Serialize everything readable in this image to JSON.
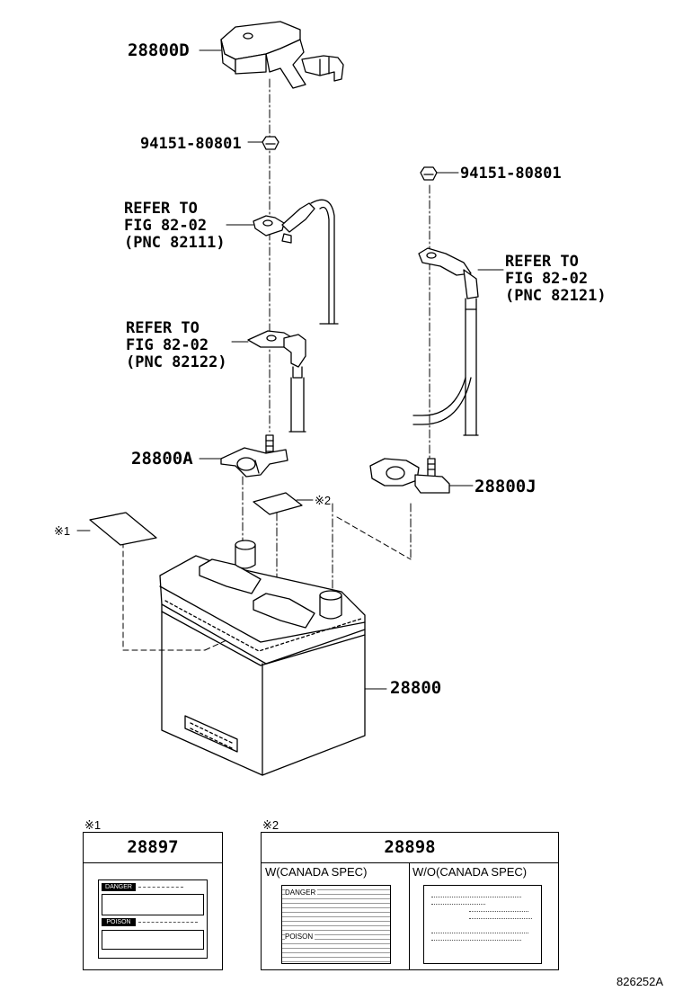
{
  "labels": {
    "cover": "28800D",
    "nut_left": "94151-80801",
    "nut_right": "94151-80801",
    "refer1": [
      "REFER TO",
      "FIG 82-02",
      "(PNC 82111)"
    ],
    "refer2": [
      "REFER TO",
      "FIG 82-02",
      "(PNC 82122)"
    ],
    "refer3": [
      "REFER TO",
      "FIG 82-02",
      "(PNC 82121)"
    ],
    "clamp_left": "28800A",
    "clamp_right": "28800J",
    "battery": "28800",
    "note1": "※1",
    "note2": "※2"
  },
  "legend": {
    "box1": {
      "mark": "※1",
      "part": "28897",
      "danger": "DANGER",
      "poison": "POISON"
    },
    "box2": {
      "mark": "※2",
      "part": "28898",
      "col1": "W(CANADA SPEC)",
      "col2": "W/O(CANADA SPEC)",
      "danger": "DANGER",
      "poison": "POISON"
    }
  },
  "figure_id": "826252A"
}
